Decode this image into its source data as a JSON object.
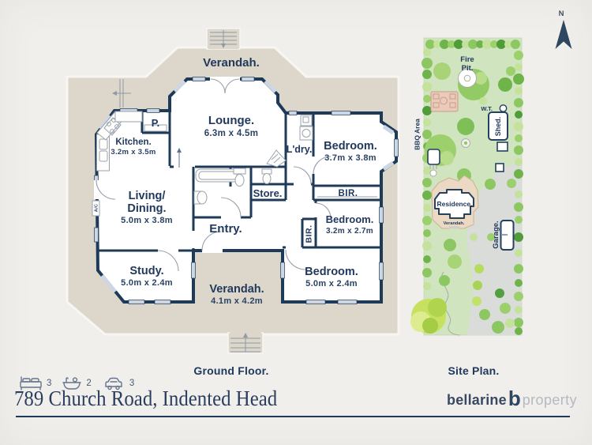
{
  "header": {
    "north_label": "N"
  },
  "floor_plan": {
    "caption": "Ground Floor.",
    "verandah_top": "Verandah.",
    "lounge": {
      "name": "Lounge.",
      "dims": "6.3m x 4.5m"
    },
    "pantry": "P.",
    "kitchen": {
      "name": "Kitchen.",
      "dims": "3.2m x 3.5m"
    },
    "laundry": "L'dry.",
    "bedroom1": {
      "name": "Bedroom.",
      "dims": "3.7m x 3.8m"
    },
    "living_dining": {
      "name1": "Living/",
      "name2": "Dining.",
      "dims": "5.0m x 3.8m"
    },
    "store": "Store.",
    "entry": "Entry.",
    "bir1": "BIR.",
    "bedroom2": {
      "name": "Bedroom.",
      "dims": "3.2m x 2.7m"
    },
    "bir2": "BIR.",
    "bedroom3": {
      "name": "Bedroom.",
      "dims": "5.0m x 2.4m"
    },
    "study": {
      "name": "Study.",
      "dims": "5.0m x 2.4m"
    },
    "verandah_bottom": {
      "name": "Verandah.",
      "dims": "4.1m x 4.2m"
    },
    "ac": "A/C"
  },
  "site_plan": {
    "caption": "Site Plan.",
    "fire_pit": {
      "line1": "Fire",
      "line2": "Pit."
    },
    "water_tank": "W.T.",
    "shed": "Shed.",
    "bbq_area": "BBQ Area",
    "residence": "Residence.",
    "residence_verandah": "Verandah.",
    "garage": "Garage."
  },
  "footer": {
    "stats": {
      "beds": "3",
      "baths": "2",
      "cars": "3"
    },
    "address": "789 Church Road, Indented Head",
    "brand": {
      "name": "bellarine",
      "mark": "b",
      "suffix": "property"
    }
  },
  "icons": {
    "north": "compass-arrow",
    "beds": "bed-icon",
    "baths": "bath-icon",
    "cars": "car-icon"
  },
  "colors": {
    "background": "#f0efec",
    "wall_navy": "#1e3a59",
    "text_navy": "#20395c",
    "verandah_beige": "#ddd7cb",
    "lawn_green": "#cfe4bf",
    "driveway_grey": "#d9dcd8",
    "logo_grey": "#b5bac1"
  }
}
